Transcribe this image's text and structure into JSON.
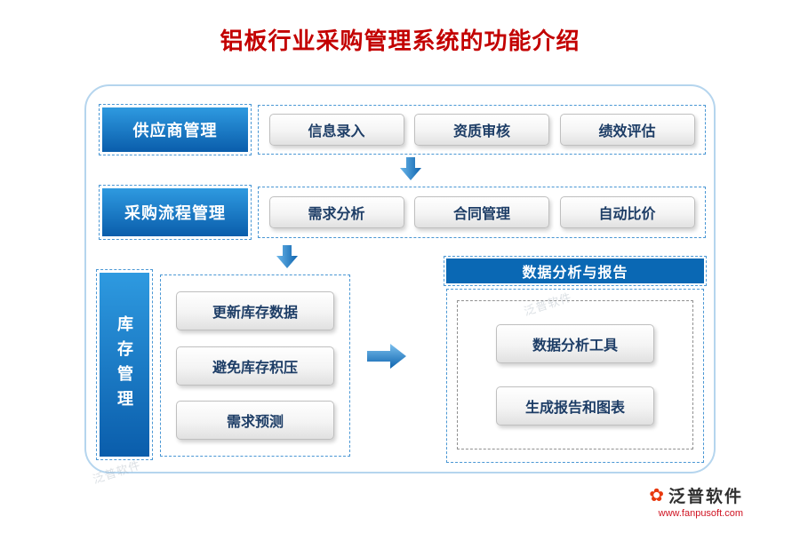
{
  "title": "铝板行业采购管理系统的功能介绍",
  "supplier": {
    "label": "供应商管理",
    "items": [
      "信息录入",
      "资质审核",
      "绩效评估"
    ]
  },
  "procurement": {
    "label": "采购流程管理",
    "items": [
      "需求分析",
      "合同管理",
      "自动比价"
    ]
  },
  "inventory": {
    "label": "库存管理",
    "items": [
      "更新库存数据",
      "避免库存积压",
      "需求预测"
    ]
  },
  "analysis": {
    "header": "数据分析与报告",
    "items": [
      "数据分析工具",
      "生成报告和图表"
    ]
  },
  "watermark": "泛普软件",
  "footer": {
    "brand": "泛普软件",
    "url": "www.fanpusoft.com"
  },
  "colors": {
    "title_red": "#c30000",
    "accent_blue": "#0a68b4",
    "label_gradient_top": "#2e9ae0",
    "label_gradient_bottom": "#0a5dab",
    "dashed_border_blue": "#4a97d4",
    "inner_dashed_gray": "#909090",
    "node_text": "#1d3d66",
    "brand_red": "#e8380d",
    "url_red": "#cf1322"
  }
}
